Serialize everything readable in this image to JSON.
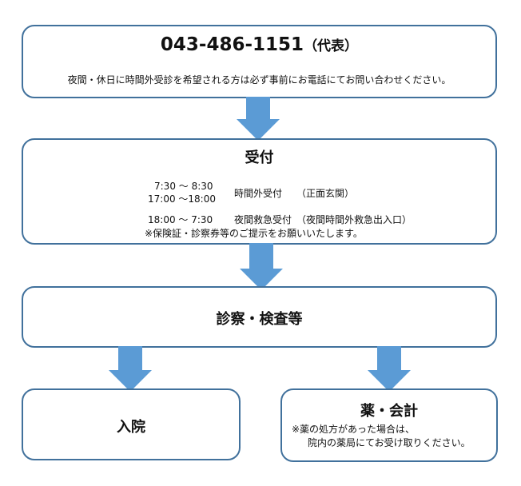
{
  "contact": {
    "phone": "043-486-1151",
    "phone_suffix": "（代表）",
    "note": "夜間・休日に時間外受診を希望される方は必ず事前にお電話にてお問い合わせください。"
  },
  "reception": {
    "title": "受付",
    "time1_a": "7:30 ～  8:30",
    "time1_b": "17:00 ～18:00",
    "place1": "時間外受付　　（正面玄関）",
    "time2": "18:00 ～   7:30",
    "place2": "夜間救急受付　（夜間時間外救急出入口）",
    "note": "※保険証・診察券等のご提示をお願いいたします。"
  },
  "exam": {
    "title": "診察・検査等"
  },
  "admission": {
    "title": "入院"
  },
  "pharmacy": {
    "title": "薬・会計",
    "note_line1": "※薬の処方があった場合は、",
    "note_line2": "院内の薬局にてお受け取りください。"
  },
  "colors": {
    "border": "#41719c",
    "arrow": "#5b9bd5"
  }
}
